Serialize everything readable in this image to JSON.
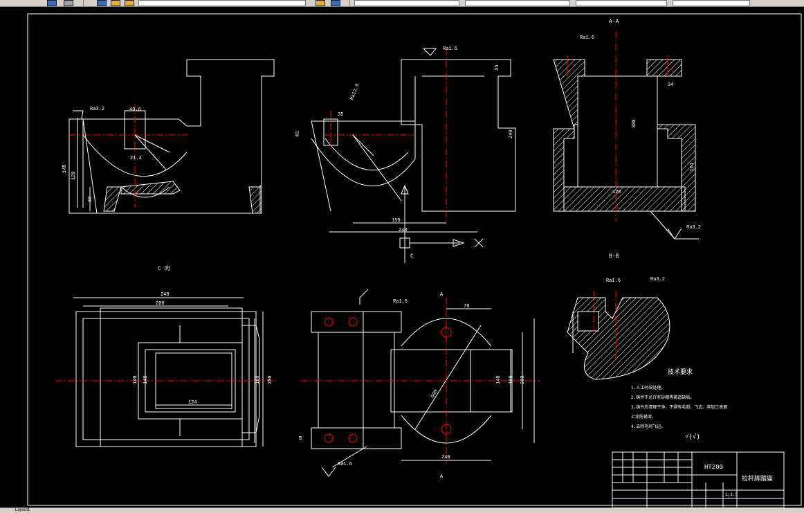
{
  "toolbar": {
    "items": [
      "icon-a",
      "icon-b",
      "icon-c",
      "icon-d",
      "icon-e"
    ],
    "layer_box": "",
    "tab_labels": [
      "",
      "",
      "",
      ""
    ]
  },
  "drawing": {
    "section_aa": "A-A",
    "section_bb": "B-B",
    "view_c": "C 向",
    "c_marker": "C",
    "tech_title": "技术要求",
    "tech_items": [
      "1.人工时效处理。",
      "2.铸件不允许有砂眼等铸造缺陷。",
      "3.铸件应清理干净，不得有毛刺、飞边。非加工表面",
      "上涂防锈漆。",
      "4.去除毛刺飞边。"
    ],
    "roughness_note": "√(√)",
    "material": "HT200",
    "part_name": "拉杆脚踏座",
    "scale": "1:1.5",
    "dims": {
      "d40_6": "40.6",
      "d21_4": "21.4",
      "d145": "145",
      "d120": "120",
      "d30": "30",
      "r_ra32": "Ra3.2",
      "r_ra16": "Ra1.6",
      "r_ra127": "Ra12.5",
      "d35": "35",
      "d45": "45",
      "d150": "150",
      "d240": "240",
      "d300": "300",
      "d25": "25",
      "d34": "34",
      "d124": "124",
      "d180": "180",
      "d140": "140",
      "d200": "200",
      "d70": "70",
      "d500": "500",
      "a_mark": "A",
      "b_mark": "B"
    }
  },
  "statusbar": {
    "text": "Layout1"
  }
}
